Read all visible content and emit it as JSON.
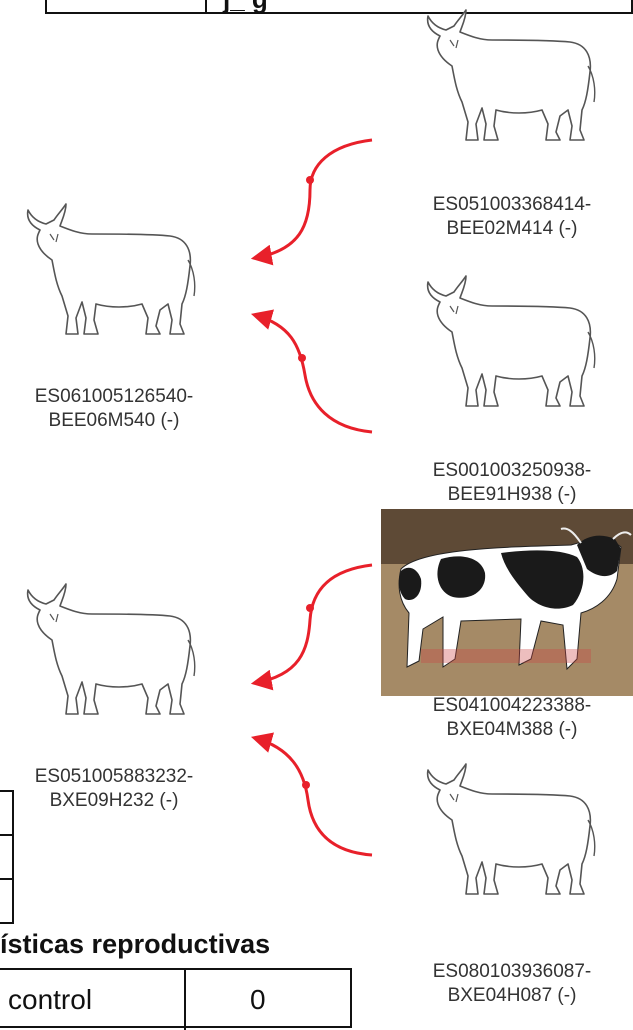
{
  "top_header": {
    "partial_text": "j_  g"
  },
  "pedigree": {
    "sire": {
      "line1": "ES061005126540-",
      "line2": "BEE06M540 (-)"
    },
    "dam": {
      "line1": "ES051005883232-",
      "line2": "BXE09H232 (-)"
    },
    "paternal_grandsire": {
      "line1": "ES051003368414-",
      "line2": "BEE02M414 (-)"
    },
    "paternal_granddam": {
      "line1": "ES001003250938-",
      "line2": "BEE91H938 (-)"
    },
    "maternal_grandsire": {
      "line1": "ES041004223388-",
      "line2": "BXE04M388 (-)"
    },
    "maternal_granddam": {
      "line1": "ES080103936087-",
      "line2": "BXE04H087 (-)"
    }
  },
  "section": {
    "heading": "ísticas reproductivas"
  },
  "stats_table": {
    "row_label": "control",
    "row_value": "0"
  },
  "colors": {
    "arrow": "#e8202a",
    "text": "#333333",
    "border": "#111111"
  }
}
